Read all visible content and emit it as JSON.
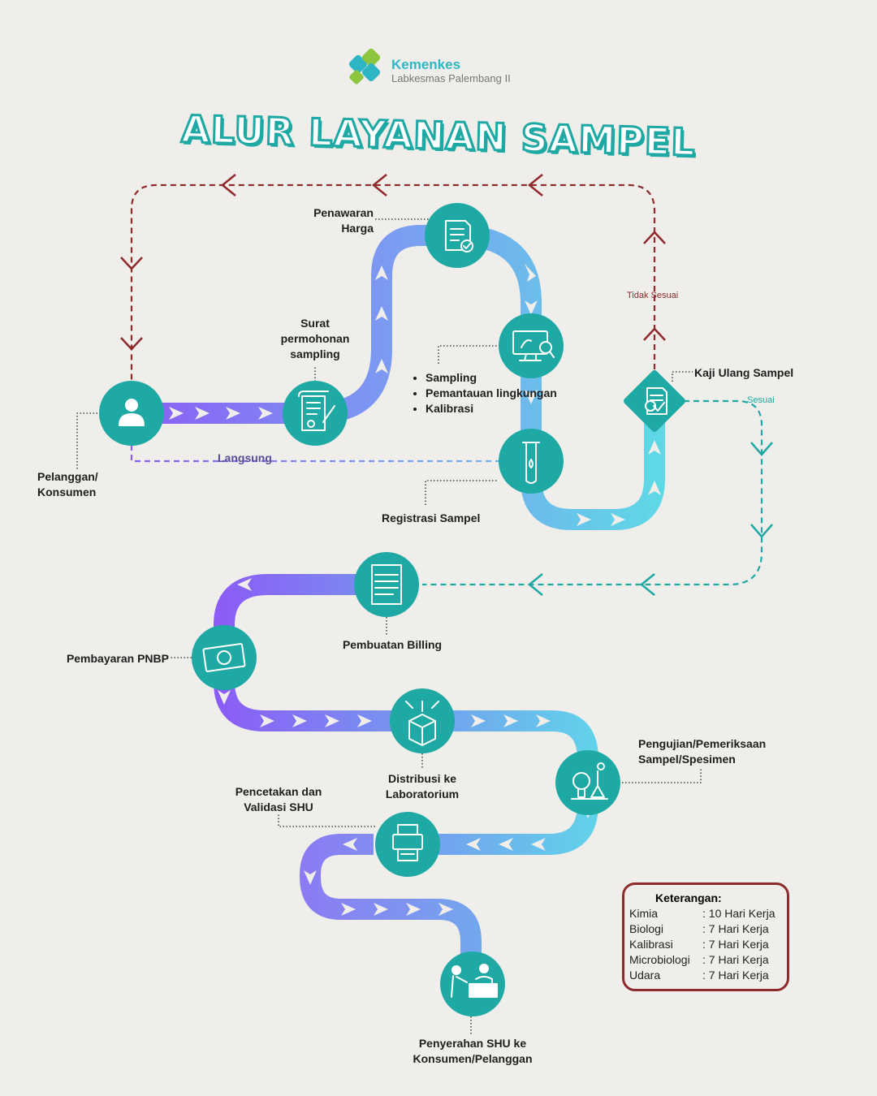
{
  "header": {
    "logo_title": "Kemenkes",
    "logo_subtitle": "Labkesmas Palembang II",
    "title": "ALUR LAYANAN SAMPEL"
  },
  "colors": {
    "teal": "#1fa9a4",
    "dark_red": "#8f2a2c",
    "purple": "#8b5cf6",
    "light_blue": "#62c6e8",
    "background": "#efeeea"
  },
  "steps": {
    "pelanggan": "Pelanggan/ Konsumen",
    "surat": "Surat permohonan sampling",
    "penawaran": "Penawaran Harga",
    "sampling_items": [
      "Sampling",
      "Pemantauan lingkungan",
      "Kalibrasi"
    ],
    "registrasi": "Registrasi Sampel",
    "kaji_ulang": "Kaji Ulang Sampel",
    "billing": "Pembuatan Billing",
    "pembayaran": "Pembayaran PNBP",
    "distribusi": "Distribusi ke Laboratorium",
    "pengujian": "Pengujian/Pemeriksaan Sampel/Spesimen",
    "pencetakan": "Pencetakan dan Validasi SHU",
    "penyerahan": "Penyerahan SHU ke Konsumen/Pelanggan"
  },
  "flow_labels": {
    "langsung": "Langsung",
    "tidak_sesuai": "Tidak Sesuai",
    "sesuai": "Sesuai"
  },
  "icons": [
    "user-icon",
    "scroll-icon",
    "document-check-icon",
    "monitor-analysis-icon",
    "test-tube-icon",
    "document-search-icon",
    "invoice-icon",
    "money-icon",
    "box-distribution-icon",
    "lab-gear-icon",
    "printer-icon",
    "handover-icon"
  ],
  "legend": {
    "title": "Keterangan:",
    "rows": [
      {
        "name": "Kimia",
        "value": ": 10 Hari Kerja"
      },
      {
        "name": "Biologi",
        "value": ": 7 Hari Kerja"
      },
      {
        "name": "Kalibrasi",
        "value": ": 7 Hari Kerja"
      },
      {
        "name": "Microbiologi",
        "value": ": 7 Hari Kerja"
      },
      {
        "name": "Udara",
        "value": ": 7 Hari Kerja"
      }
    ]
  }
}
